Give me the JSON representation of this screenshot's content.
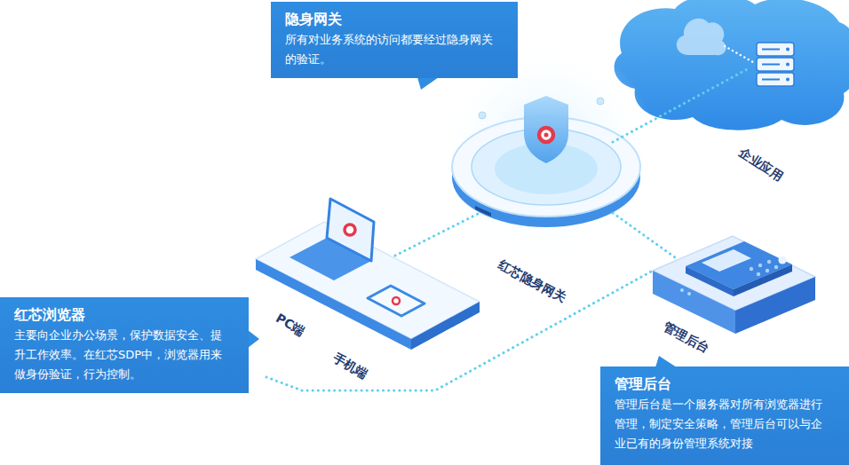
{
  "diagram": {
    "nodes": [
      {
        "text": [
          "隐身网关",
          "所有对业务系统的访问都要经过隐身网关的验证。"
        ]
      },
      {
        "text": [
          "企业应用"
        ]
      },
      {
        "text": [
          "红芯隐身网关"
        ]
      },
      {
        "text": [
          "PC端",
          "手机端"
        ]
      },
      {
        "text": [
          "管理后台"
        ]
      },
      {
        "text": [
          "红芯浏览器",
          "主要向企业办公场景，保护数据安全、提升工作效率。在红芯SDP中，浏览器用来做身份验证，行为控制。"
        ]
      },
      {
        "text": [
          "管理后台",
          "管理后台是一个服务器对所有浏览器进行管理，制定安全策略，管理后台可以与企业已有的身份管理系统对接"
        ]
      }
    ],
    "edges": [
      {
        "from": 3,
        "to": 2,
        "arrow": "none"
      },
      {
        "from": 2,
        "to": 1,
        "arrow": "none"
      },
      {
        "from": 2,
        "to": 4,
        "arrow": "none"
      },
      {
        "from": 3,
        "to": 4,
        "arrow": "none"
      }
    ]
  }
}
